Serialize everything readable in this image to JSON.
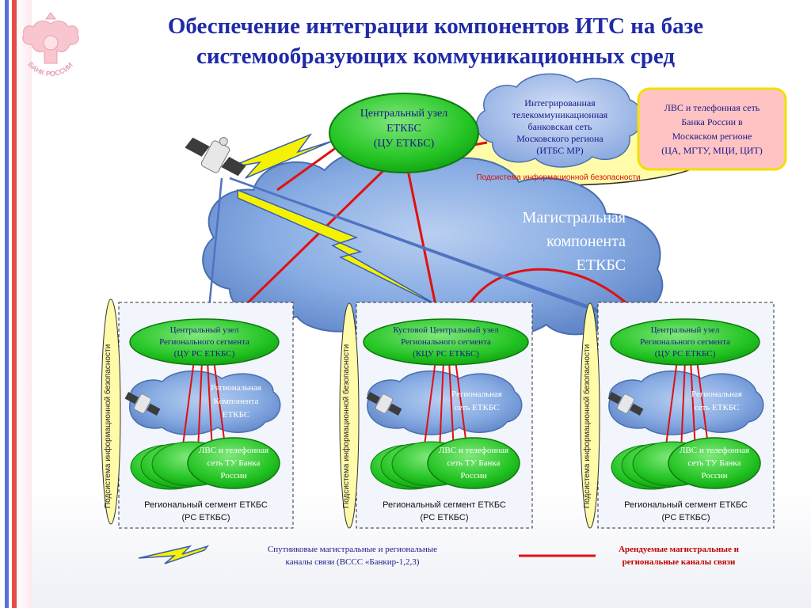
{
  "title": {
    "line1": "Обеспечение интеграции компонентов ИТС на базе",
    "line2": "системообразующих коммуникационных сред"
  },
  "logo": {
    "text": "БАНК РОССИИ",
    "icon": "double-headed-eagle-icon"
  },
  "center_node": {
    "line1": "Центральный узел",
    "line2": "ЕТКБС",
    "line3": "(ЦУ ЕТКБС)"
  },
  "itbs_cloud": {
    "line1": "Интегрированная",
    "line2": "телекоммуникационная",
    "line3": "банковская сеть",
    "line4": "Московского региона",
    "line5": "(ИТБС МР)"
  },
  "security_band": "Подсистема информационной безопасности",
  "lvs_box": {
    "line1": "ЛВС и телефонная сеть",
    "line2": "Банка России в",
    "line3": "Москвском регионе",
    "line4": "(ЦА, МГТУ, МЦИ, ЦИТ)"
  },
  "backbone": {
    "line1": "Магистральная",
    "line2": "компонента",
    "line3": "ЕТКБС"
  },
  "segments": [
    {
      "side_label": "Подсистема информационной безопасности",
      "node": {
        "line1": "Центральный узел",
        "line2": "Регионального сегмента",
        "line3": "(ЦУ РС ЕТКБС)"
      },
      "cloud": {
        "line1": "Региональная",
        "line2": "Компонента",
        "line3": "ЕТКБС"
      },
      "lvs": {
        "line1": "ЛВС и телефонная",
        "line2": "сеть ТУ Банка",
        "line3": "России"
      },
      "caption": {
        "line1": "Региональный сегмент ЕТКБС",
        "line2": "(РС ЕТКБС)"
      }
    },
    {
      "side_label": "Подсистема информационной безопасности",
      "node": {
        "line1": "Кустовой Центральный узел",
        "line2": "Регионального сегмента",
        "line3": "(КЦУ РС ЕТКБС)"
      },
      "cloud": {
        "line1": "Региональная",
        "line2": "сеть ЕТКБС",
        "line3": ""
      },
      "lvs": {
        "line1": "ЛВС и телефонная",
        "line2": "сеть ТУ Банка",
        "line3": "России"
      },
      "caption": {
        "line1": "Региональный сегмент ЕТКБС",
        "line2": "(РС ЕТКБС)"
      }
    },
    {
      "side_label": "Подсистема информационной безопасности",
      "node": {
        "line1": "Центральный узел",
        "line2": "Регионального сегмента",
        "line3": "(ЦУ РС ЕТКБС)"
      },
      "cloud": {
        "line1": "Региональная",
        "line2": "сеть ЕТКБС",
        "line3": ""
      },
      "lvs": {
        "line1": "ЛВС и телефонная",
        "line2": "сеть ТУ Банка",
        "line3": "России"
      },
      "caption": {
        "line1": "Региональный сегмент ЕТКБС",
        "line2": "(РС ЕТКБС)"
      }
    }
  ],
  "legend": {
    "satellite": {
      "line1": "Спутниковые магистральные и региональные",
      "line2": "каналы связи (ВССС «Банкир-1,2,3)"
    },
    "leased": {
      "line1": "Арендуемые магистральные и",
      "line2": "региональные каналы связи"
    }
  },
  "colors": {
    "title": "#1f2aa8",
    "node_green": "#19c21f",
    "cloud_blue": "#6f99d6",
    "leased_red": "#e01010",
    "satellite_yellow": "#f4f200",
    "lvs_box": "#ffc0c0"
  }
}
